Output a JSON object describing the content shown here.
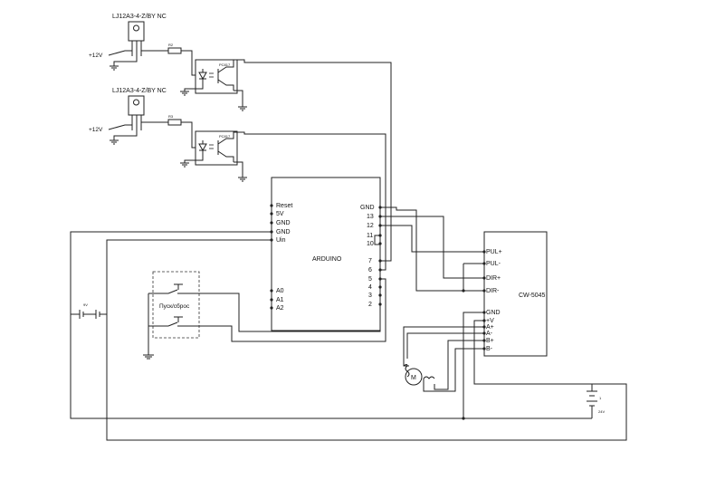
{
  "sensors": [
    {
      "label": "LJ12A3-4-Z/BY  NC",
      "supply": "+12V",
      "resistor": "R2"
    },
    {
      "label": "LJ12A3-4-Z/BY  NC",
      "supply": "+12V",
      "resistor": "R3"
    }
  ],
  "optocoupler_label": "PC817",
  "arduino": {
    "name": "ARDUINO",
    "left_pins": [
      "Reset",
      "5V",
      "GND",
      "GND",
      "Uin",
      "A0",
      "A1",
      "A2"
    ],
    "right_pins": [
      "GND",
      "13",
      "12",
      "11",
      "10",
      "7",
      "6",
      "5",
      "4",
      "3",
      "2"
    ]
  },
  "driver": {
    "name": "CW-5045",
    "pins": [
      "PUL+",
      "PUL-",
      "DIR+",
      "DIR-",
      "GND",
      "+V",
      "A+",
      "A-",
      "B+",
      "B-"
    ]
  },
  "button_label": "Пуск/сброс",
  "motor_label": "M",
  "battery_small": {
    "label": "9V"
  },
  "battery_large": {
    "label": "24V"
  }
}
